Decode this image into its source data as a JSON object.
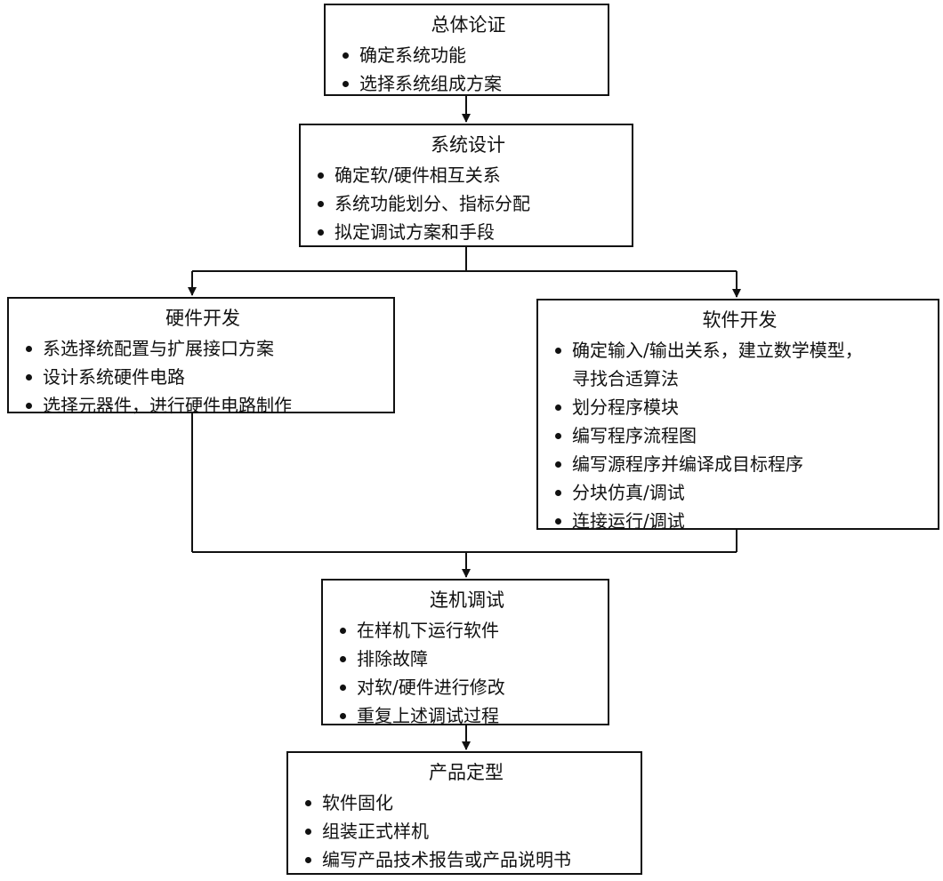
{
  "stages": {
    "overall": {
      "title": "总体论证",
      "items": [
        "确定系统功能",
        "选择系统组成方案"
      ]
    },
    "system_design": {
      "title": "系统设计",
      "items": [
        "确定软/硬件相互关系",
        "系统功能划分、指标分配",
        "拟定调试方案和手段"
      ]
    },
    "hardware": {
      "title": "硬件开发",
      "items": [
        "系选择统配置与扩展接口方案",
        "设计系统硬件电路",
        "选择元器件，进行硬件电路制作"
      ]
    },
    "software": {
      "title": "软件开发",
      "items": [
        "确定输入/输出关系，建立数学模型，",
        "寻找合适算法",
        "划分程序模块",
        "编写程序流程图",
        "编写源程序并编译成目标程序",
        "分块仿真/调试",
        "连接运行/调试"
      ]
    },
    "online_debug": {
      "title": "连机调试",
      "items": [
        "在样机下运行软件",
        "排除故障",
        "对软/硬件进行修改",
        "重复上述调试过程"
      ]
    },
    "product": {
      "title": "产品定型",
      "items": [
        "软件固化",
        "组装正式样机",
        "编写产品技术报告或产品说明书"
      ]
    }
  }
}
